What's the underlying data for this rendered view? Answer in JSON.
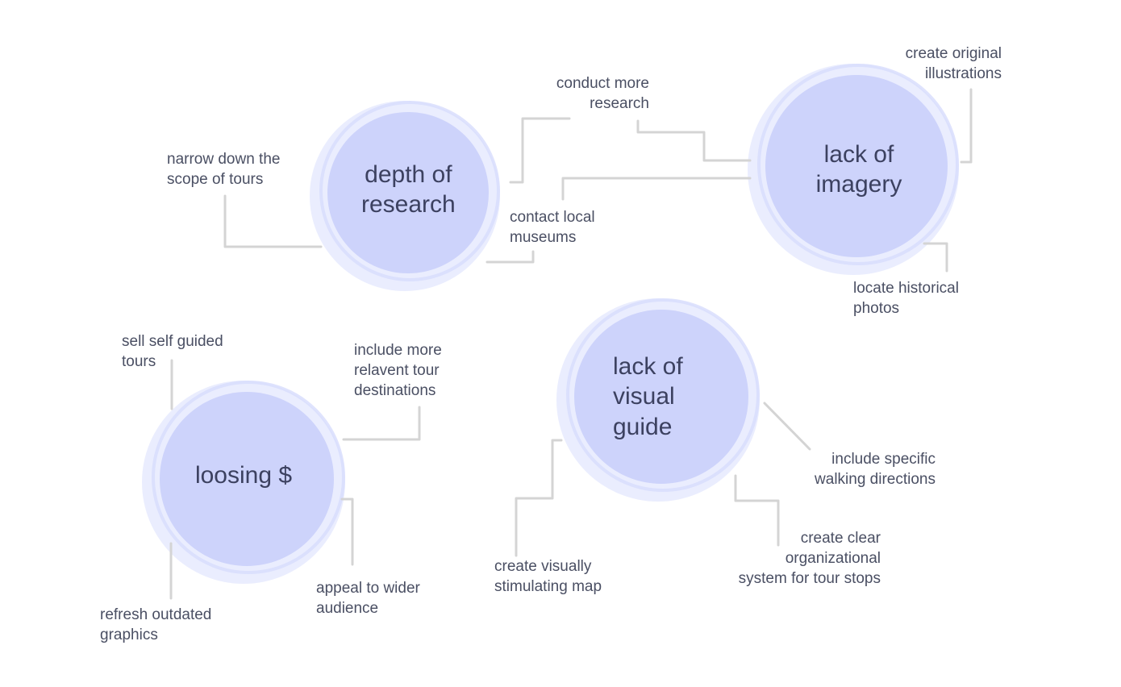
{
  "colors": {
    "circle_fill": "#cdd3fb",
    "circle_halo": "#e3e7fd",
    "connector": "#d4d4d4",
    "text": "#3c4160"
  },
  "problems": [
    {
      "id": "depth",
      "label_lines": [
        "depth of",
        "research"
      ],
      "solutions": [
        {
          "id": "narrow",
          "lines": [
            "narrow down the",
            "scope of tours"
          ]
        },
        {
          "id": "conduct",
          "lines": [
            "conduct more",
            "research"
          ]
        },
        {
          "id": "museums",
          "lines": [
            "contact local",
            "museums"
          ]
        }
      ]
    },
    {
      "id": "imagery",
      "label_lines": [
        "lack of",
        "imagery"
      ],
      "solutions": [
        {
          "id": "illustrations",
          "lines": [
            "create original",
            "illustrations"
          ]
        },
        {
          "id": "photos",
          "lines": [
            "locate historical",
            "photos"
          ]
        }
      ]
    },
    {
      "id": "money",
      "label_lines": [
        "loosing $"
      ],
      "solutions": [
        {
          "id": "self-guided",
          "lines": [
            "sell self guided",
            "tours"
          ]
        },
        {
          "id": "destinations",
          "lines": [
            "include more",
            "relavent tour",
            "destinations"
          ]
        },
        {
          "id": "appeal",
          "lines": [
            "appeal to wider",
            "audience"
          ]
        },
        {
          "id": "graphics",
          "lines": [
            "refresh outdated",
            "graphics"
          ]
        }
      ]
    },
    {
      "id": "visual",
      "label_lines": [
        "lack of",
        "visual",
        "guide"
      ],
      "solutions": [
        {
          "id": "walking",
          "lines": [
            "include specific",
            "walking directions"
          ]
        },
        {
          "id": "map",
          "lines": [
            "create visually",
            "stimulating map"
          ]
        },
        {
          "id": "organizational",
          "lines": [
            "create clear",
            "organizational",
            "system for tour stops"
          ]
        }
      ]
    }
  ]
}
